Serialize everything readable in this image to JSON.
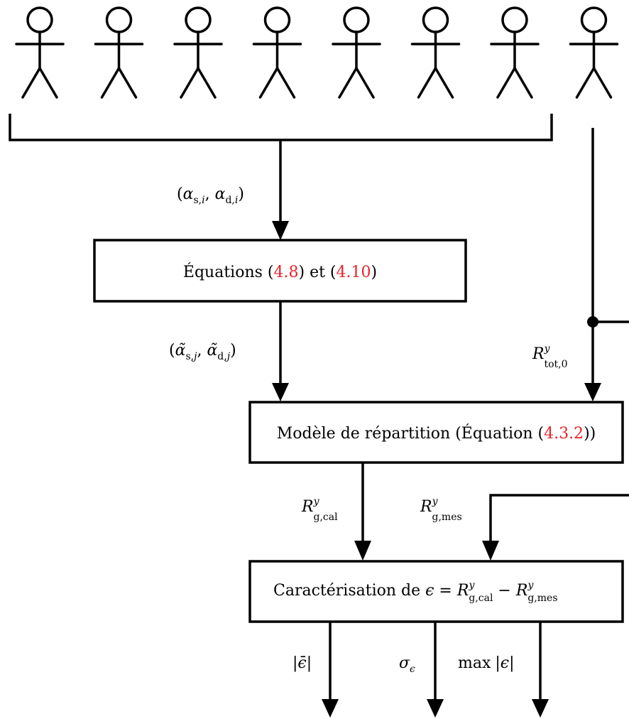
{
  "figure": {
    "people_count": 8,
    "boxes": {
      "equations": {
        "prefix": "Équations (",
        "ref1": "4.8",
        "middle": ") et (",
        "ref2": "4.10",
        "suffix": ")"
      },
      "model": {
        "prefix": "Modèle de répartition (Équation (",
        "ref": "4.3.2",
        "suffix": "))"
      },
      "characterization": {
        "prefix": "Caractérisation de ",
        "eps": "ϵ",
        "eq": " = ",
        "r1": "R",
        "r1_sup": "y",
        "r1_sub": "g,cal",
        "minus": " − ",
        "r2": "R",
        "r2_sup": "y",
        "r2_sub": "g,mes"
      }
    },
    "labels": {
      "alpha_in": {
        "open": "(",
        "a1": "α",
        "a1_sub": "s,",
        "a1_idx": "i",
        "comma": ", ",
        "a2": "α",
        "a2_sub": "d,",
        "a2_idx": "i",
        "close": ")"
      },
      "alpha_out": {
        "open": "(",
        "a1": "α̃",
        "a1_sub": "s,",
        "a1_idx": "j",
        "comma": ", ",
        "a2": "α̃",
        "a2_sub": "d,",
        "a2_idx": "j",
        "close": ")"
      },
      "r_tot": {
        "base": "R",
        "sup": "y",
        "sub": "tot,0"
      },
      "r_cal": {
        "base": "R",
        "sup": "y",
        "sub": "g,cal"
      },
      "r_mes": {
        "base": "R",
        "sup": "y",
        "sub": "g,mes"
      },
      "mean_abs": "|ϵ̄|",
      "sigma": {
        "base": "σ",
        "sub": "ϵ"
      },
      "max_abs": {
        "op": "max",
        "val": "|ϵ|"
      }
    },
    "colors": {
      "reference": "#e8222a",
      "ink": "#000000"
    }
  }
}
